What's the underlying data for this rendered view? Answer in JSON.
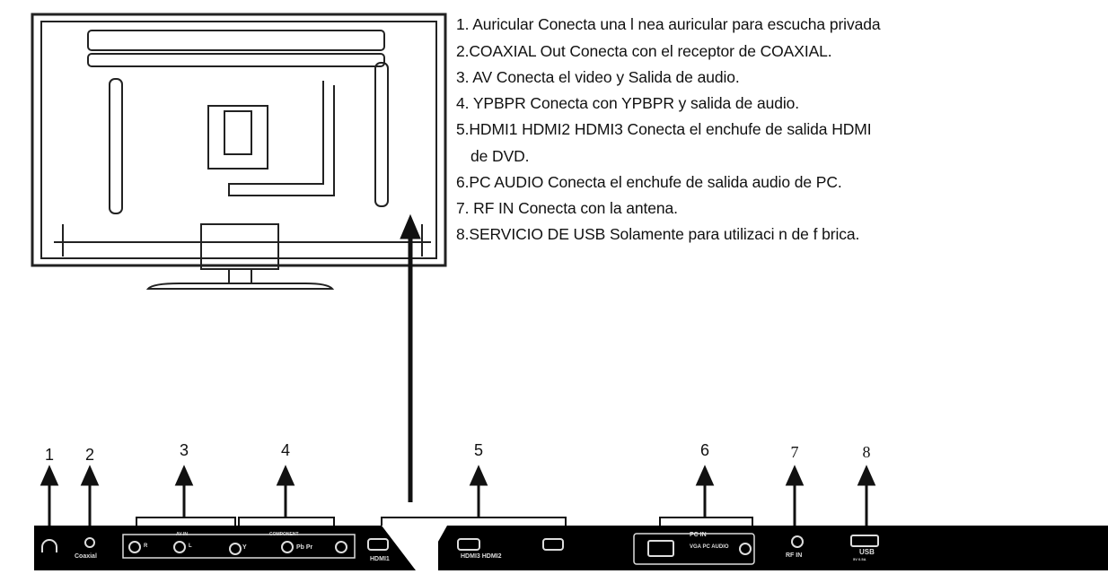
{
  "descriptions": [
    "1. Auricular    Conecta una l nea auricular para escucha privada",
    "2.COAXIAL Out  Conecta con el receptor de COAXIAL.",
    "3. AV  Conecta el video y Salida de audio.",
    "4. YPBPR   Conecta con YPBPR y salida de audio.",
    "5.HDMI1 HDMI2 HDMI3  Conecta el enchufe de salida HDMI",
    "de DVD.",
    "6.PC AUDIO  Conecta el enchufe de salida audio de PC.",
    "7. RF IN  Conecta con la antena.",
    "8.SERVICIO DE USB   Solamente para utilizaci  n de f  brica."
  ],
  "callouts": [
    "1",
    "2",
    "3",
    "4",
    "5",
    "6",
    "7",
    "8"
  ],
  "panel": {
    "coaxial": "Coaxial",
    "av_in": "AV IN",
    "r": "R",
    "l": "L",
    "y": "Y",
    "component": "COMPONENT",
    "pb_pr": "Pb Pr",
    "hdmi1": "HDMI1",
    "hdmi3_hdmi2": "HDMI3 HDMI2",
    "pc_in": "PC IN",
    "vga_pc_audio": "VGA  PC AUDIO",
    "rf_in": "RF  IN",
    "usb": "USB",
    "usb_rating": "5V 0.5A"
  },
  "colors": {
    "panel": "#000000",
    "line": "#111111"
  }
}
